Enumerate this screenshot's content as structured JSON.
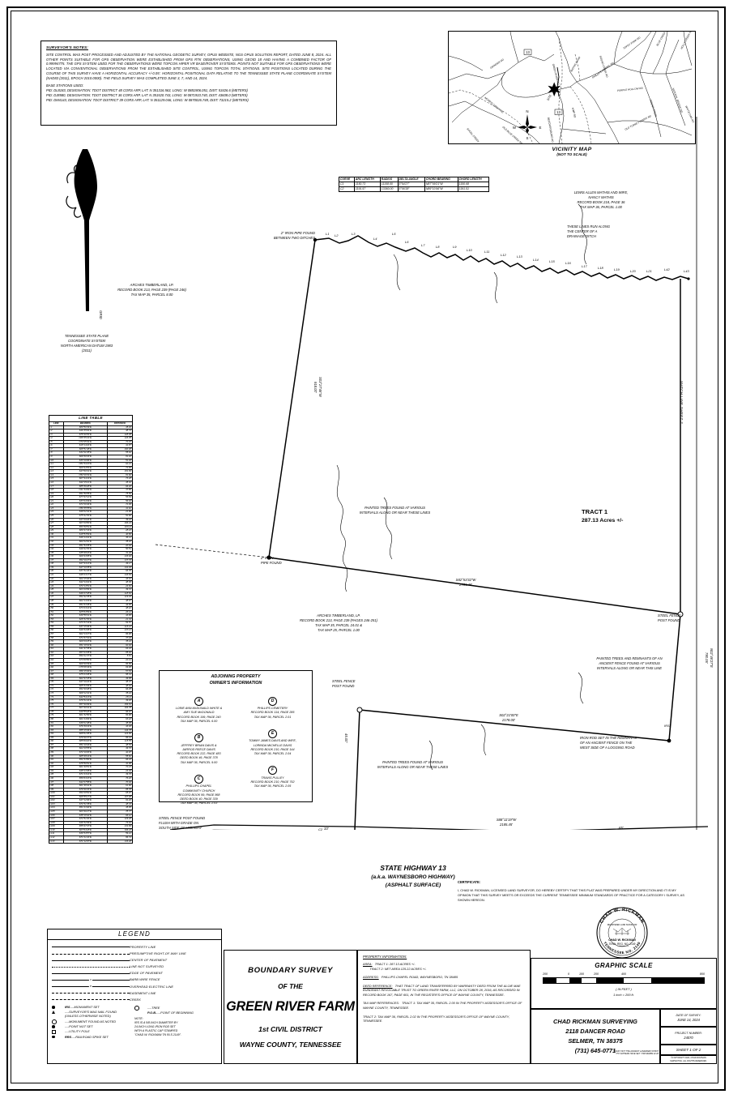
{
  "sheet": {
    "match_line": "MATCH LINE SHEET 2"
  },
  "notes": {
    "title": "SURVEYOR'S NOTES:",
    "para1": "SITE CONTROL WAS POST PROCESSED AND ADJUSTED BY THE NATIONAL GEODETIC SURVEY, OPUS WEBSITE, NGS OPUS SOLUTION REPORT, DATED JUNE 8, 2024. ALL OTHER POINTS SUITABLE FOR GPS OBSERVATION WERE ESTABLISHED FROM GPS RTK OBSERVATIONS, USING GEOID 18 AND HAVING A COMBINED FACTOR OF 0.99994775. THE GPS SYSTEM USED FOR THE OBSERVATIONS WERE TOPCON HIPER VR BASE/ROVER SYSTEMS. POINTS NOT SUITABLE FOR GPS OBSERVATIONS WERE LOCATED VIA CONVENTIONAL OBSERVATIONS FROM THE ESTABLISHED SITE CONTROL, USING TOPCON TOTAL STATIONS. SITE POSITIONS LOCATED DURING THE COURSE OF THIS SURVEY HAVE A HORIZONTAL ACCURACY +/-0.05'. HORIZONTAL POSITIONAL DATA RELATIVE TO THE TENNESSEE STATE PLANE COORDINATE SYSTEM (NAD83 (2011), EPOCH 2010.0000). THE FIELD SURVEY WAS COMPLETED JUNE 3, 7, AND 14, 2024.",
    "base_title": "BASE STATIONS USED:",
    "base1": "PID: DL8183, DESIGNATION: TDOT DISTRICT 48 CORS ARP, LAT: N 351316.563, LONG: W 0881906.051, DIST: 53426.6 (METERS)",
    "base2": "PID: DJ8580, DESIGNATION: TDOT DISTRICT 36 CORS ARP, LAT: N 351520.743, LONG: W 0871933.740, DIST: 43608.0 (METERS)",
    "base3": "PID: DM4143, DESIGNATION: TDOT DISTRICT 39 CORS ARP, LAT: N 351129.046, LONG: W 0870026.748, DIST: 73215.2 (METERS)"
  },
  "vicinity": {
    "title": "VICINITY MAP",
    "subtitle": "(NOT TO SCALE)",
    "site_label": "SITE",
    "compass": {
      "n": "N",
      "s": "S",
      "e": "E",
      "w": "W"
    },
    "route_badges": [
      "13",
      "13"
    ],
    "roads": [
      "MATHIS ROAD",
      "GREEN RIVER ROAD",
      "TOPSY FORK RD",
      "BLUE CREEK RD",
      "GRINDER RD",
      "MORRIS CREEK RD",
      "PHILLIPS CHAPEL RD",
      "ROUND CREEK RD",
      "PURPLE HOLLOW RD",
      "NATURAL BRIDGE RD",
      "WHITE OAK RD",
      "OLD TURKEY CREEK RD",
      "HOLLY CREEK RD",
      "OLD BLUE CREEK RD",
      "GREEN RIVER RD",
      "KIMP RD",
      "BEECHERSBURG RD",
      "SHOAL CREEK"
    ]
  },
  "curve_table": {
    "headers": [
      "CURVE",
      "ARC LENGTH",
      "RADIUS",
      "DELTA ANGLE",
      "CHORD BEARING",
      "CHORD LENGTH"
    ],
    "rows": [
      [
        "C1",
        "1150.73",
        "11158.00",
        "5°54'27\"",
        "N87°09'21\"W",
        "1150.68"
      ],
      [
        "C2",
        "1191.57",
        "13360.00",
        "5°06'38\"",
        "N89°10'46\"W",
        "1191.51"
      ]
    ]
  },
  "line_table": {
    "caption": "LINE TABLE",
    "headers": [
      "LINE",
      "BEARING",
      "DISTANCE"
    ],
    "rows": [
      [
        "L1",
        "S80°50'39\"E",
        "45.49'"
      ],
      [
        "L2",
        "S46°35'04\"E",
        "48.74'"
      ],
      [
        "L3",
        "S78°46'53\"E",
        "128.05'"
      ],
      [
        "L4",
        "N68°35'24\"E",
        "126.05'"
      ],
      [
        "L5",
        "N74°25'41\"E",
        "72.15'"
      ],
      [
        "L6",
        "S18°14'24\"E",
        "41.87'"
      ],
      [
        "L7",
        "S68°51'48\"E",
        "200.98'"
      ],
      [
        "L8",
        "S34°11'05\"E",
        "55.64'"
      ],
      [
        "L9",
        "S69°30'33\"E",
        "81.18'"
      ],
      [
        "L10",
        "S33°16'06\"E",
        "51.03'"
      ],
      [
        "L11",
        "N82°34'23\"E",
        "62.41'"
      ],
      [
        "L12",
        "S60°44'53\"E",
        "71.65'"
      ],
      [
        "L13",
        "S47°00'31\"E",
        "181.86'"
      ],
      [
        "L14",
        "N52°29'31\"E",
        "81.66'"
      ],
      [
        "L15",
        "S67°44'19\"E",
        "73.28'"
      ],
      [
        "L16",
        "S44°15'21\"E",
        "45.32'"
      ],
      [
        "L17",
        "S85°36'28\"E",
        "66.20'"
      ],
      [
        "L18",
        "N41°34'04\"E",
        "37.88'"
      ],
      [
        "L19",
        "S51°56'55\"E",
        "75.56'"
      ],
      [
        "L20",
        "S77°47'12\"E",
        "53.84'"
      ],
      [
        "L21",
        "S37°24'34\"E",
        "56.63'"
      ],
      [
        "L22",
        "S72°26'44\"E",
        "72.09'"
      ],
      [
        "L23",
        "N56°35'55\"E",
        "41.62'"
      ],
      [
        "L24",
        "S49°22'41\"E",
        "21.90'"
      ],
      [
        "L25",
        "S75°41'53\"E",
        "52.60'"
      ],
      [
        "L26",
        "S47°29'26\"E",
        "39.44'"
      ],
      [
        "L27",
        "S67°29'50\"E",
        "106.24'"
      ],
      [
        "L28",
        "S53°30'51\"E",
        "103.11'"
      ],
      [
        "L29",
        "S89°47'29\"E",
        "28.43'"
      ],
      [
        "L30",
        "S18°53'54\"E",
        "40.86'"
      ],
      [
        "L31",
        "S46°14'41\"E",
        "36.14'"
      ],
      [
        "L32",
        "S64°22'01\"E",
        "35.18'"
      ],
      [
        "L33",
        "S51°54'35\"E",
        "20.04'"
      ],
      [
        "L34",
        "S49°41'53\"E",
        "50.51'"
      ],
      [
        "L35",
        "S35°48'23\"E",
        "31.20'"
      ],
      [
        "L36",
        "S69°43'05\"E",
        "133.02'"
      ],
      [
        "L37",
        "S52°16'27\"E",
        "137.76'"
      ],
      [
        "L38",
        "S47°43'13\"E",
        "49.17'"
      ],
      [
        "L39",
        "S47°19'35\"E",
        "141.03'"
      ],
      [
        "L40",
        "S37°31'26\"E",
        "66.35'"
      ],
      [
        "L41",
        "S48°23'17\"E",
        "143.84'"
      ],
      [
        "L42",
        "S64°15'40\"E",
        "43.01'"
      ],
      [
        "L43",
        "S42°14'41\"E",
        "48.30'"
      ],
      [
        "L44",
        "S74°14'51\"E",
        "24.82'"
      ],
      [
        "L45",
        "S63°29'56\"E",
        "39.72'"
      ],
      [
        "L46",
        "S46°27'28\"E",
        "118.82'"
      ],
      [
        "L47",
        "S52°42'35\"E",
        "119.03'"
      ],
      [
        "L48",
        "S62°13'29\"E",
        "48.67'"
      ],
      [
        "L49",
        "S51°03'45\"E",
        "44.65'"
      ],
      [
        "L50",
        "S73°23'14\"E",
        "48.42'"
      ],
      [
        "L51",
        "S25°04'54\"E",
        "26.14'"
      ],
      [
        "L52",
        "S39°58'31\"E",
        "43.65'"
      ],
      [
        "L53",
        "S28°31'53\"E",
        "21.34'"
      ],
      [
        "L54",
        "S73°37'19\"E",
        "54.57'"
      ],
      [
        "L55",
        "S37°15'36\"E",
        "113.21'"
      ],
      [
        "L56",
        "S49°34'38\"E",
        "137.13'"
      ],
      [
        "L57",
        "S62°13'27\"E",
        "86.68'"
      ],
      [
        "L58",
        "S71°07'32\"E",
        "37.49'"
      ],
      [
        "L59",
        "S60°29'25\"E",
        "35.44'"
      ],
      [
        "L60",
        "S51°18'32\"E",
        "92.94'"
      ],
      [
        "L61",
        "S41°47'35\"E",
        "64.44'"
      ],
      [
        "L62",
        "S57°23'35\"E",
        "85.94'"
      ],
      [
        "L63",
        "S54°21'37\"E",
        "5.81'"
      ],
      [
        "L64",
        "S73°08'50\"E",
        "22.14'"
      ],
      [
        "L65",
        "S60°49'39\"E",
        "86.80'"
      ],
      [
        "L66",
        "N78°08'46\"E",
        "69.98'"
      ],
      [
        "L67",
        "S56°15'30\"E",
        "57.53'"
      ],
      [
        "L68",
        "S75°23'45\"E",
        "58.31'"
      ],
      [
        "L69",
        "S62°47'25\"E",
        "49.05'"
      ],
      [
        "L70",
        "S47°16'24\"E",
        "38.37'"
      ],
      [
        "L71",
        "S65°33'36\"E",
        "48.64'"
      ],
      [
        "L72",
        "S52°49'48\"E",
        "66.45'"
      ],
      [
        "L73",
        "S69°12'41\"E",
        "35.44'"
      ],
      [
        "L74",
        "S44°54'13\"E",
        "28.11'"
      ],
      [
        "L75",
        "S79°31'24\"E",
        "39.93'"
      ],
      [
        "L76",
        "S57°46'09\"E",
        "156.81'"
      ],
      [
        "L77",
        "S67°40'41\"E",
        "104.35'"
      ],
      [
        "L78",
        "S49°55'28\"E",
        "96.67'"
      ],
      [
        "L79",
        "S01°32'50\"E",
        "84.90'"
      ],
      [
        "L80",
        "S61°24'04\"E",
        "63.22'"
      ],
      [
        "L81",
        "S39°21'48\"E",
        "38.05'"
      ],
      [
        "L82",
        "S76°30'19\"E",
        "43.03'"
      ],
      [
        "L83",
        "S55°15'36\"E",
        "144.78'"
      ],
      [
        "L84",
        "S68°01'05\"E",
        "124.80'"
      ],
      [
        "L85",
        "S79°46'37\"E",
        "86.19'"
      ],
      [
        "L86",
        "S85°09'20\"E",
        "115.55'"
      ],
      [
        "L87",
        "S51°10'43\"E",
        "48.53'"
      ],
      [
        "L88",
        "S62°28'55\"E",
        "49.76'"
      ],
      [
        "L89",
        "S74°16'03\"E",
        "42.07'"
      ],
      [
        "L90",
        "S65°48'14\"E",
        "55.82'"
      ],
      [
        "L91",
        "S54°33'50\"E",
        "66.43'"
      ],
      [
        "L92",
        "S78°56'51\"E",
        "32.08'"
      ],
      [
        "L93",
        "S61°49'51\"E",
        "72.23'"
      ],
      [
        "L94",
        "S48°13'38\"E",
        "24.04'"
      ],
      [
        "L95",
        "S71°23'14\"E",
        "39.70'"
      ],
      [
        "L96",
        "S56°03'23\"E",
        "76.26'"
      ],
      [
        "L97",
        "S42°27'58\"E",
        "70.04'"
      ],
      [
        "L98",
        "S61°48'41\"E",
        "61.66'"
      ],
      [
        "L99",
        "S79°46'33\"E",
        "85.78'"
      ],
      [
        "L100",
        "S54°28'52\"E",
        "65.97'"
      ],
      [
        "L101",
        "S68°55'17\"E",
        "107.08'"
      ],
      [
        "L102",
        "S47°12'06\"E",
        "91.26'"
      ],
      [
        "L103",
        "S74°31'35\"E",
        "48.33'"
      ],
      [
        "L104",
        "S51°23'40\"E",
        "45.95'"
      ],
      [
        "L105",
        "S63°46'27\"E",
        "78.77'"
      ],
      [
        "L106",
        "S38°18'42\"E",
        "66.12'"
      ],
      [
        "L107",
        "S72°51'03\"E",
        "129.48'"
      ],
      [
        "L108",
        "S46°32'09\"E",
        "74.63'"
      ],
      [
        "L109",
        "S55°47'47\"E",
        "131.86'"
      ],
      [
        "L110",
        "S67°04'18\"E",
        "106.43'"
      ],
      [
        "L111",
        "S39°34'57\"E",
        "59.41'"
      ],
      [
        "L112",
        "S71°21'24\"E",
        "86.74'"
      ],
      [
        "L113",
        "S71°12'07\"E",
        "133.48'"
      ]
    ]
  },
  "map_labels": {
    "grid": "GRID",
    "datum": "TENNESSEE STATE PLANE\nCOORDINATE SYSTEM\nNORTH AMERICAN DATUM 1983\n(2011)",
    "arches_left": "ARCHES TIMBERLAND, LP.\nRECORD BOOK 213, PAGE 239 (PAGE 246)\nTAX MAP 35, PARCEL 8.00",
    "arches_center": "ARCHES TIMBERLAND, LP.\nRECORD BOOK 213, PAGE 239 (PAGES 246-251)\nTAX MAP 35, PARCEL 24.01 &\nTAX MAP 25, PARCEL 1.00",
    "mathis": "LEWIS ALLEN MATHIS AND WIFE,\nNANCY MATHIS\nRECORD BOOK 218, PAGE 36\nTAX MAP 36, PARCEL 1.00",
    "ditch_note": "THESE LINES RUN ALONG\nTHE CENTER OF A\nDRAINAGE DITCH",
    "pipe_two_ditches": "2\" IRON PIPE FOUND\nBETWEEN TWO DITCHES",
    "pipe_found": "2\" IRON\nPIPE FOUND",
    "painted_trees_1": "PAINTED TREES FOUND AT VARIOUS\nINTERVALS ALONG OR NEAR THESE LINES",
    "painted_trees_2": "PAINTED TREES FOUND AT VARIOUS\nINTERVALS ALONG OR NEAR THESE LINES",
    "painted_remnants": "PAINTED TREES AND REMNANTS OF AN\nANCIENT FENCE FOUND AT VARIOUS\nINTERVALS ALONG OR NEAR THIS LINE",
    "steel_fence_post_r": "STEEL FENCE\nPOST FOUND",
    "steel_fence_post_l": "STEEL FENCE\nPOST FOUND",
    "steel_fence_grade": "STEEL FENCE POST FOUND\nFLUSH WITH GRADE ON\nSOUTH SIDE OF HIGHWAY",
    "iron_rod_ancient": "IRON ROD SET IN THE REMNANTS\nOF AN ANCIENT FENCE ON THE\nWEST SIDE OF A LOGGING ROAD",
    "irs": "IRS",
    "tract1_name": "TRACT 1",
    "tract1_area": "287.13 Acres +/-",
    "bearing_west": "S82°53'32\"W\n2784.46'",
    "bearing_east": "N02°46'27\"E\n790.06'",
    "bearing_south": "S88°11'19\"W\n2185.45'",
    "bearing_vert": "S03°27'46\"W\n918.00'",
    "bearing_tr2": "S02°21'00\"E\n2178.00'",
    "bearing_45": "45.00'",
    "dim_33": "33'",
    "dim_65": "65'",
    "c1": "C1",
    "c2": "C2",
    "l42": "L42",
    "l43": "L43",
    "highway_1": "STATE HIGHWAY 13",
    "highway_2": "(a.k.a. WAYNESBORO HIGHWAY)",
    "highway_3": "(ASPHALT SURFACE)"
  },
  "adjoining": {
    "title_line1": "ADJOINING PROPERTY",
    "title_line2": "OWNER'S INFORMATION",
    "entries": [
      {
        "key": "A",
        "text": "LORIE ANN McDONALD WHITE &\nAMY SUE McDONALD\nRECORD BOOK 199, PAGE 240\nTAX MAP 36, PARCEL 6.00"
      },
      {
        "key": "B",
        "text": "JEFFREY BRIAN DAVIS &\nJARROD REECE DAVIS\nRECORD BOOK 222, PAGE 483\nDEED BOOK 46, PAGE 378\nTAX MAP 36, PARCEL 9.00"
      },
      {
        "key": "C",
        "text": "PHILLIPS CHAPEL\nCOMMUNITY CHURCH\nRECORD BOOK 99, PAGE 868\nDEED BOOK 40, PAGE 339\nTAX MAP 36, PARCEL 2.03"
      },
      {
        "key": "D",
        "text": "PHILLIPS CEMETERY\nRECORD BOOK 114, PAGE 285\nTAX MAP 36, PARCEL 2.01"
      },
      {
        "key": "E",
        "text": "TOMMY JAMES DAVIS AND WIFE,\nLORINDA MICHELLE DAVIS\nRECORD BOOK 210, PAGE 144\nTAX MAP 36, PARCEL 2.04"
      },
      {
        "key": "F",
        "text": "TRAVIS PULLEY\nRECORD BOOK 210, PAGE 752\nTAX MAP 36, PARCEL 2.05"
      }
    ]
  },
  "legend": {
    "title": "LEGEND",
    "lines": [
      {
        "style": "solid",
        "label": "PROPERTY LINE"
      },
      {
        "style": "dash",
        "label": "PRESUMPTIVE RIGHT-OF-WAY LINE"
      },
      {
        "style": "thin",
        "label": "CENTER OF PAVEMENT"
      },
      {
        "style": "dot",
        "label": "LINE NOT SURVEYED"
      },
      {
        "style": "thin",
        "label": "EDGE OF PAVEMENT"
      },
      {
        "style": "fence",
        "label": "BARB WIRE FENCE",
        "mid": "x"
      },
      {
        "style": "electric",
        "label": "OVERHEAD ELECTRIC LINE",
        "mid": "e"
      },
      {
        "style": "dashlong",
        "label": "EASEMENT LINE"
      },
      {
        "style": "creek",
        "label": "CREEK"
      }
    ],
    "symbols_left": [
      {
        "glyph": "filled-dot",
        "prefix": "IRS",
        "label": "----MONUMENT SET"
      },
      {
        "glyph": "triangle",
        "prefix": "",
        "label": "----SURVEYOR'S MAG NAIL FOUND"
      },
      {
        "glyph": "none",
        "prefix": "",
        "label": "(UNLESS OTHERWISE NOTED)"
      },
      {
        "glyph": "open-dot",
        "prefix": "",
        "label": "----MONUMENT FOUND AS NOTED"
      },
      {
        "glyph": "filled-dot",
        "prefix": "",
        "label": "----POINT NOT SET"
      },
      {
        "glyph": "open-sq",
        "prefix": "",
        "label": "----UTILITY POLE"
      },
      {
        "glyph": "filled-dot",
        "prefix": "RRS",
        "label": "----RAILROAD SPIKE SET"
      }
    ],
    "symbols_right": [
      {
        "glyph": "open-dot",
        "prefix": "",
        "label": "----TREE"
      },
      {
        "glyph": "none",
        "prefix": "P.O.B.",
        "label": "----POINT OF BEGINNING"
      }
    ],
    "note": "NOTE:\nIRS IS A 5/8-INCH DIAMETER BY\n24-INCH LONG IRON ROD SET\nWITH A PLASTIC CAP STAMPED\n\"CHAD W. RICKMAN TN RLS 2149\"."
  },
  "title_block": {
    "line1": "BOUNDARY  SURVEY",
    "line2": "OF THE",
    "line3": "GREEN RIVER FARM",
    "line4": "1st CIVIL DISTRICT",
    "line5": "WAYNE COUNTY, TENNESSEE"
  },
  "property_info": {
    "heading": "PROPERTY INFORMATION:",
    "area_label": "AREA:",
    "area_t1": "TRACT 1:  287.13 ACRES +/-",
    "area_t2": "TRACT 2:  NET AREA 125.22 ACRES +/-",
    "address_label": "ADDRESS:",
    "address": "PHILLIPS CHAPEL ROAD, WAYNESBORO, TN 38485",
    "deed_label": "DEED REFERENCE:",
    "deed": "THAT TRACT OF LAND TRANSFERRED BY WARRANTY DEED FROM THE ALOIE MAE BUNDRANT REVOCABLE TRUST TO GREEN RIVER FARM, LLC, ON OCTOBER 28, 2016, AS RECORDED IN RECORD BOOK 167, PAGE 601, IN THE REGISTER'S OFFICE OF WAYNE COUNTY, TENNESSEE.",
    "taxmap_label": "TAX MAP REFERENCES:",
    "taxmap_1": "TRACT 1:  TAX MAP 35, PARCEL 2.00 IN THE PROPERTY ASSESSOR'S OFFICE OF WAYNE COUNTY, TENNESSEE.",
    "taxmap_2": "TRACT 2:  TAX MAP 36, PARCEL 2.02 IN THE PROPERTY ASSESSOR'S OFFICE OF WAYNE COUNTY, TENNESSEE."
  },
  "certificate": {
    "heading": "CERTIFICATE:",
    "body": "I, CHAD W. RICKMAN, LICENSED LAND SURVEYOR, DO HEREBY CERTIFY THAT THIS PLAT WAS PREPARED UNDER MY DIRECTION AND IT IS MY OPINION THAT THIS SURVEY MEETS OR EXCEEDS THE CURRENT TENNESSEE MINIMUM STANDARDS OF PRACTICE FOR A CATEGORY I SURVEY, AS SHOWN HEREON."
  },
  "seal": {
    "arc_top": "CHAD W. RICKMAN",
    "arc_bottom": "TENNESSEE  NO.  2149",
    "name": "CHAD W. RICKMAN",
    "number": "TENN. REG. NO. 2149",
    "inner": "REGISTERED LAND SURVEYOR"
  },
  "graphic_scale": {
    "title": "GRAPHIC SCALE",
    "ticks": [
      "200",
      "0",
      "100",
      "200",
      "400",
      "800"
    ],
    "unit": "( IN FEET )",
    "ratio": "1 inch = 200 ft."
  },
  "surveyor": {
    "name": "CHAD RICKMAN SURVEYING",
    "address": "2118 DANCER ROAD",
    "city": "SELMER, TN 38375",
    "phone": "(731) 645-0771",
    "motto": "\"TRUST NOT THE ANCIENT LANDMARK WHICH\nTHY FATHERS HAVE SET.\"  PROVERBS 22:28"
  },
  "meta": {
    "date_label": "DATE OF SURVEY:",
    "date_value": "JUNE 14, 2024",
    "project_label": "PROJECT NUMBER:",
    "project_value": "24070",
    "sheet": "SHEET 1 OF 2",
    "copyright": "©COPYRIGHT 2024, CHAD RICKMAN\nSURVEYING. ALL RIGHTS RESERVED."
  }
}
